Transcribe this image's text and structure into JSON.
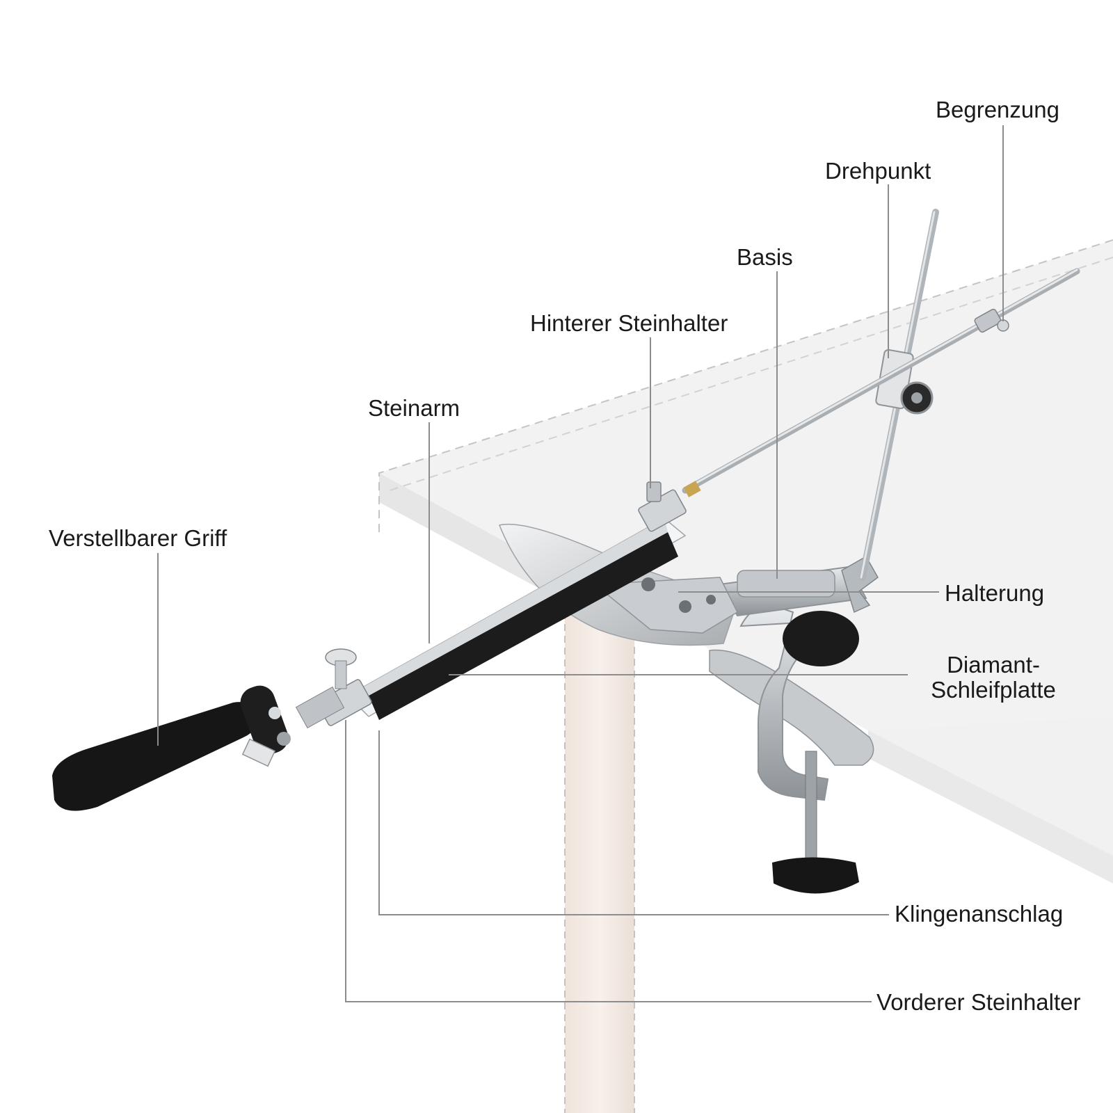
{
  "labels": {
    "begrenzung": "Begrenzung",
    "drehpunkt": "Drehpunkt",
    "basis": "Basis",
    "hinterer_steinhalter": "Hinterer Steinhalter",
    "steinarm": "Steinarm",
    "verstellbarer_griff": "Verstellbarer Griff",
    "halterung": "Halterung",
    "diamant_line1": "Diamant-",
    "diamant_line2": "Schleifplatte",
    "klingenanschlag": "Klingenanschlag",
    "vorderer_steinhalter": "Vorderer Steinhalter"
  },
  "colors": {
    "leader": "#8c8c8c",
    "table_top": "#f1f1f1",
    "table_edge": "#e4e4e4",
    "table_dash": "#c4c4c4",
    "leg": "#f6ece6",
    "steel": "#bfc3c7",
    "steel_dark": "#8e9398",
    "rubber": "#161616",
    "blade": "#d9dcdf"
  }
}
